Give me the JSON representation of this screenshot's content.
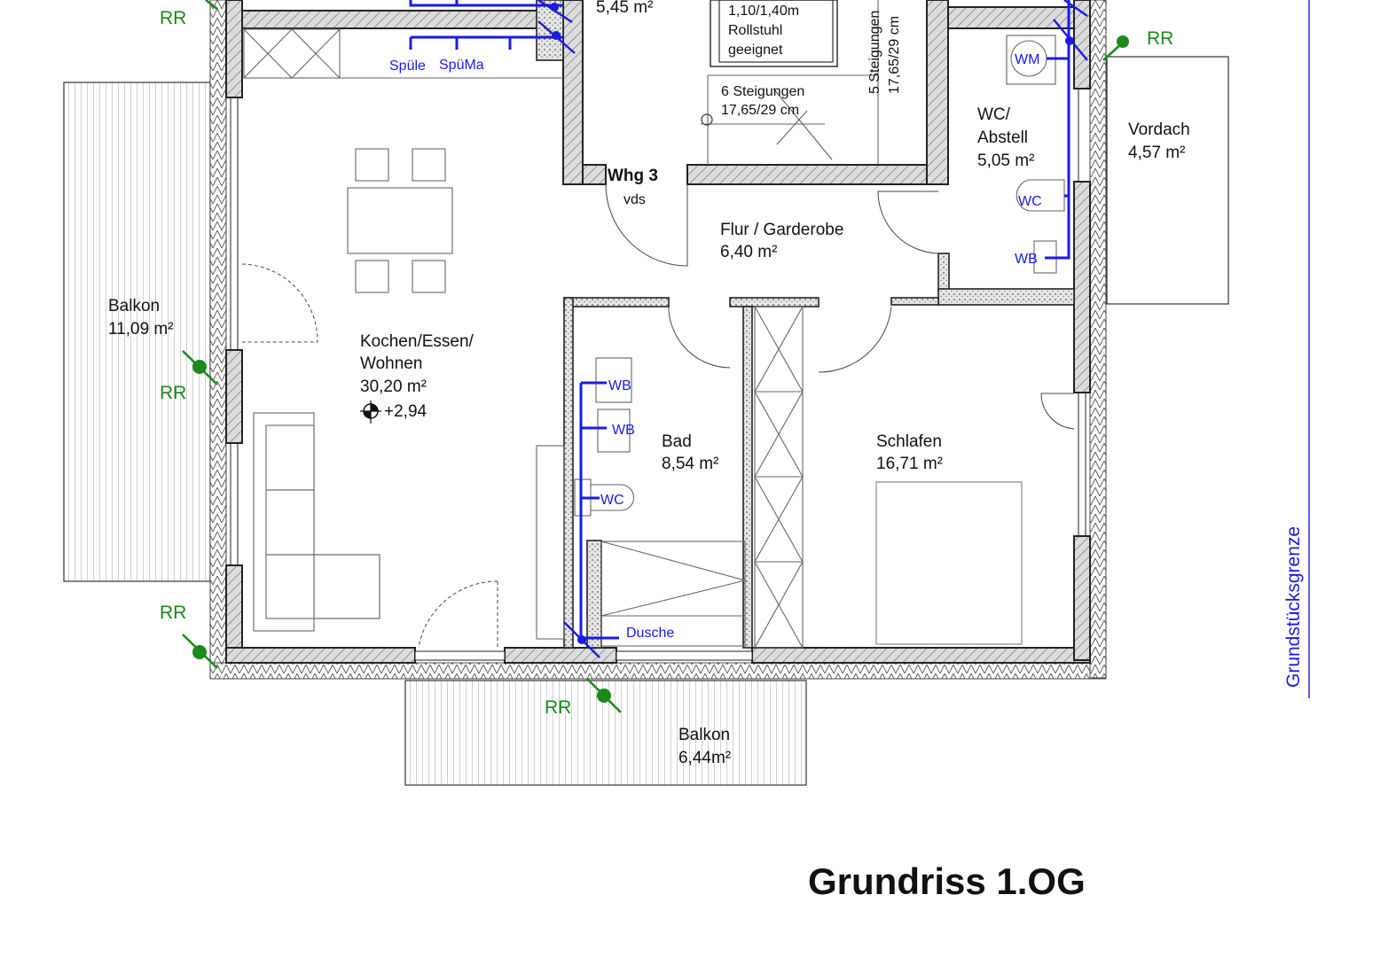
{
  "drawing_title": "Grundriss 1.OG",
  "rooms": {
    "kochen": {
      "name1": "Kochen/Essen/",
      "name2": "Wohnen",
      "area": "30,20 m²",
      "level": "+2,94"
    },
    "balkon_west": {
      "name": "Balkon",
      "area": "11,09 m²"
    },
    "balkon_south": {
      "name": "Balkon",
      "area": "6,44m²"
    },
    "flur": {
      "name": "Flur / Garderobe",
      "area": "6,40 m²"
    },
    "bad": {
      "name": "Bad",
      "area": "8,54 m²"
    },
    "schlafen": {
      "name": "Schlafen",
      "area": "16,71 m²"
    },
    "wc": {
      "name1": "WC/",
      "name2": "Abstell",
      "area": "5,05 m²"
    },
    "vordach": {
      "name": "Vordach",
      "area": "4,57 m²"
    },
    "top_room": {
      "area": "5,45 m²"
    }
  },
  "apartment": {
    "label": "Whg 3",
    "sublabel": "vds"
  },
  "stairs": {
    "elevator_line1": "1,10/1,40m",
    "elevator_line2": "Rollstuhl",
    "elevator_line3": "geeignet",
    "flight1_line1": "6 Steigungen",
    "flight1_line2": "17,65/29 cm",
    "flight2_line1": "5 Steigungen",
    "flight2_line2": "17,65/29 cm"
  },
  "fixtures": {
    "spuele": "Spüle",
    "spuema": "SpüMa",
    "wm": "WM",
    "wc_label": "WC",
    "wb_label": "WB",
    "dusche": "Dusche"
  },
  "markers": {
    "rr": "RR"
  },
  "boundary": "Grundstücksgrenze",
  "colors": {
    "walls": "#cfcfcf",
    "plumbing": "#1a1ae6",
    "ventilation": "#1a8a1a",
    "boundary": "#1a1ae6"
  }
}
